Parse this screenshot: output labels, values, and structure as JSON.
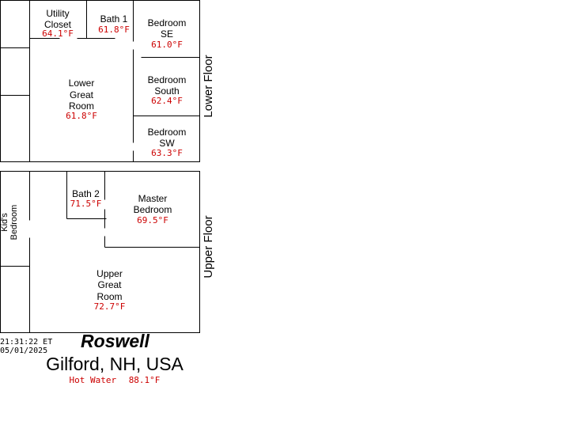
{
  "lower_floor": {
    "label": "Lower Floor",
    "rooms": {
      "utility_closet": {
        "name_line1": "Utility",
        "name_line2": "Closet",
        "temp": "64.1°F"
      },
      "bath1": {
        "name": "Bath 1",
        "temp": "61.8°F"
      },
      "bedroom_se": {
        "name_line1": "Bedroom",
        "name_line2": "SE",
        "temp": "61.0°F"
      },
      "lower_great_room": {
        "name_line1": "Lower",
        "name_line2": "Great",
        "name_line3": "Room",
        "temp": "61.8°F"
      },
      "bedroom_south": {
        "name_line1": "Bedroom",
        "name_line2": "South",
        "temp": "62.4°F"
      },
      "bedroom_sw": {
        "name_line1": "Bedroom",
        "name_line2": "SW",
        "temp": "63.3°F"
      }
    }
  },
  "upper_floor": {
    "label": "Upper Floor",
    "rooms": {
      "kids_bedroom": {
        "name_line1": "Kid's",
        "name_line2": "Bedroom"
      },
      "bath2": {
        "name": "Bath 2",
        "temp": "71.5°F"
      },
      "master_bedroom": {
        "name_line1": "Master",
        "name_line2": "Bedroom",
        "temp": "69.5°F"
      },
      "upper_great_room": {
        "name_line1": "Upper",
        "name_line2": "Great",
        "name_line3": "Room",
        "temp": "72.7°F"
      }
    }
  },
  "footer": {
    "time": "21:31:22 ET",
    "date": "05/01/2025",
    "house_name": "Roswell",
    "location": "Gilford, NH, USA",
    "hot_water_label": "Hot Water",
    "hot_water_temp": "88.1°F"
  },
  "colors": {
    "temperature": "#cc0000",
    "walls": "#000000",
    "background": "#ffffff"
  }
}
